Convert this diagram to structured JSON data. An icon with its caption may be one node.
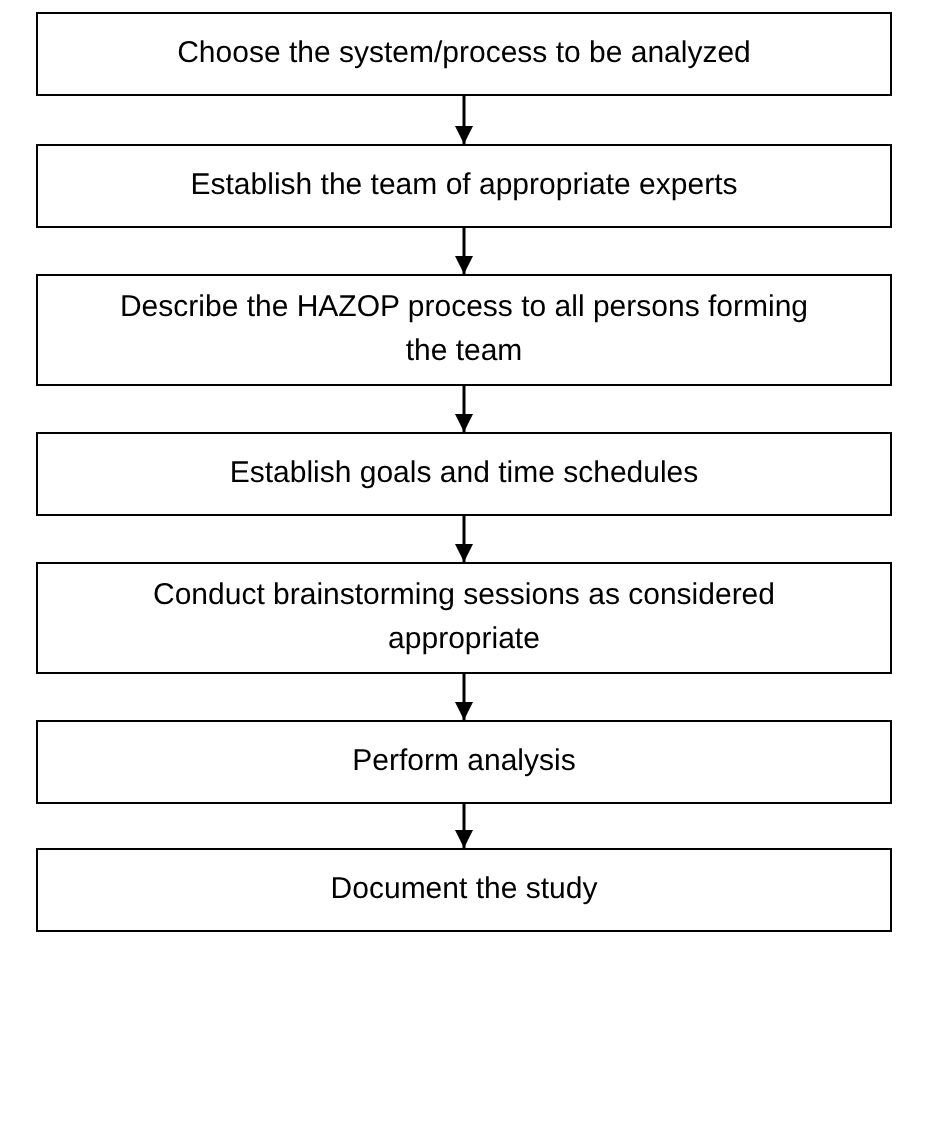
{
  "diagram": {
    "nodes": [
      {
        "text": [
          "Choose the system/process to be analyzed"
        ]
      },
      {
        "text": [
          "Establish the team of appropriate experts"
        ]
      },
      {
        "text": [
          "Describe the HAZOP process to all persons forming the team"
        ]
      },
      {
        "text": [
          "Establish goals and time schedules"
        ]
      },
      {
        "text": [
          "Conduct brainstorming sessions as considered appropriate"
        ]
      },
      {
        "text": [
          "Perform analysis"
        ]
      },
      {
        "text": [
          "Document the study"
        ]
      }
    ],
    "edges": [
      {
        "from": 0,
        "to": 1,
        "arrow": "to"
      },
      {
        "from": 1,
        "to": 2,
        "arrow": "to"
      },
      {
        "from": 2,
        "to": 3,
        "arrow": "to"
      },
      {
        "from": 3,
        "to": 4,
        "arrow": "to"
      },
      {
        "from": 4,
        "to": 5,
        "arrow": "to"
      },
      {
        "from": 5,
        "to": 6,
        "arrow": "to"
      }
    ]
  }
}
